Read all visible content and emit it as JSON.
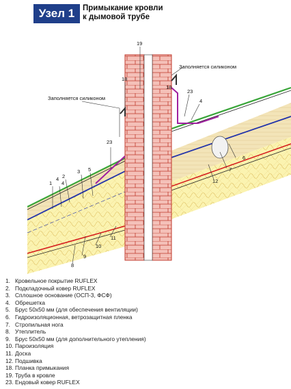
{
  "header": {
    "badge": "Узел 1",
    "title_line1": "Примыкание кровли",
    "title_line2": "к дымовой трубе"
  },
  "callouts": {
    "silicone_left": "Заполняется силиконом",
    "silicone_right": "Заполняется силиконом"
  },
  "markers": [
    "19",
    "18",
    "23",
    "4",
    "1",
    "4",
    "2",
    "3",
    "5",
    "11",
    "10",
    "9",
    "8",
    "7",
    "6",
    "12",
    "18",
    "23",
    "4"
  ],
  "legend": [
    {
      "num": "1.",
      "label": "Кровельное покрытие RUFLEX"
    },
    {
      "num": "2.",
      "label": "Подкладочный ковер RUFLEX"
    },
    {
      "num": "3.",
      "label": "Сплошное основание (ОСП-3, ФСФ)"
    },
    {
      "num": "4.",
      "label": "Обрешетка"
    },
    {
      "num": "5.",
      "label": "Брус 50х50 мм (для обеспечения вентиляции)"
    },
    {
      "num": "6.",
      "label": "Гидроизоляционная, ветрозащитная пленка"
    },
    {
      "num": "7.",
      "label": "Стропильная нога"
    },
    {
      "num": "8.",
      "label": "Утеплитель"
    },
    {
      "num": "9.",
      "label": "Брус 50х50 мм (для дополнительного утепления)"
    },
    {
      "num": "10.",
      "label": "Пароизоляция"
    },
    {
      "num": "11.",
      "label": "Доска"
    },
    {
      "num": "12.",
      "label": "Подшивка"
    },
    {
      "num": "18.",
      "label": "Планка примыкания"
    },
    {
      "num": "19.",
      "label": "Труба в кровле"
    },
    {
      "num": "23.",
      "label": "Ендовый ковер RUFLEX"
    }
  ],
  "colors": {
    "badge": "#1f3f8a",
    "brick": "#e8a09a",
    "brick_line": "#c0392b",
    "green": "#3aa63a",
    "magenta": "#a020a0",
    "blue": "#2233aa",
    "red": "#d62020",
    "insulation": "#fbf3b0",
    "wood": "#f3e4b8"
  }
}
